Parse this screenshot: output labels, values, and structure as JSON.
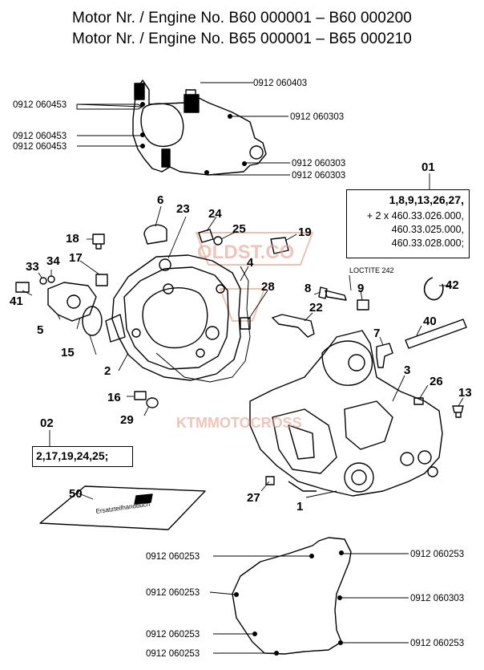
{
  "header": {
    "line1": "Motor Nr. / Engine No. B60 000001 – B60 000200",
    "line2": "Motor Nr. / Engine No. B65 000001 – B65 000210"
  },
  "kits": {
    "k01": {
      "label": "01",
      "line1": "1,8,9,13,26,27,",
      "line2": "+ 2 x 460.33.026.000,",
      "line3": "460.33.025.000,",
      "line4": "460.33.028.000;"
    },
    "k02": {
      "label": "02",
      "line1": "2,17,19,24,25;"
    }
  },
  "loctite": "LOCTITE 242",
  "manual_text": "Ersatzteilhandbuch",
  "watermark": {
    "line1": "OLDST.CO",
    "line2": "KTMMOTOCROSS"
  },
  "callouts": {
    "c1": "1",
    "c2": "2",
    "c3": "3",
    "c4": "4",
    "c5": "5",
    "c6": "6",
    "c7": "7",
    "c8": "8",
    "c9": "9",
    "c13": "13",
    "c15": "15",
    "c16": "16",
    "c17": "17",
    "c18": "18",
    "c19": "19",
    "c22": "22",
    "c23": "23",
    "c24": "24",
    "c25": "25",
    "c26": "26",
    "c27": "27",
    "c28": "28",
    "c29": "29",
    "c33": "33",
    "c34": "34",
    "c40": "40",
    "c41": "41",
    "c42": "42",
    "c50": "50"
  },
  "top_gasket_parts": {
    "a": "0912 060403",
    "b": "0912 060453",
    "c": "0912 060303",
    "d": "0912 060453",
    "e": "0912 060453",
    "f": "0912 060303",
    "g": "0912 060303"
  },
  "bottom_gasket_parts": {
    "a": "0912 060253",
    "b": "0912 060253",
    "c": "0912 060253",
    "d": "0912 060303",
    "e": "0912 060253",
    "f": "0912 060253",
    "g": "0912 060253"
  }
}
